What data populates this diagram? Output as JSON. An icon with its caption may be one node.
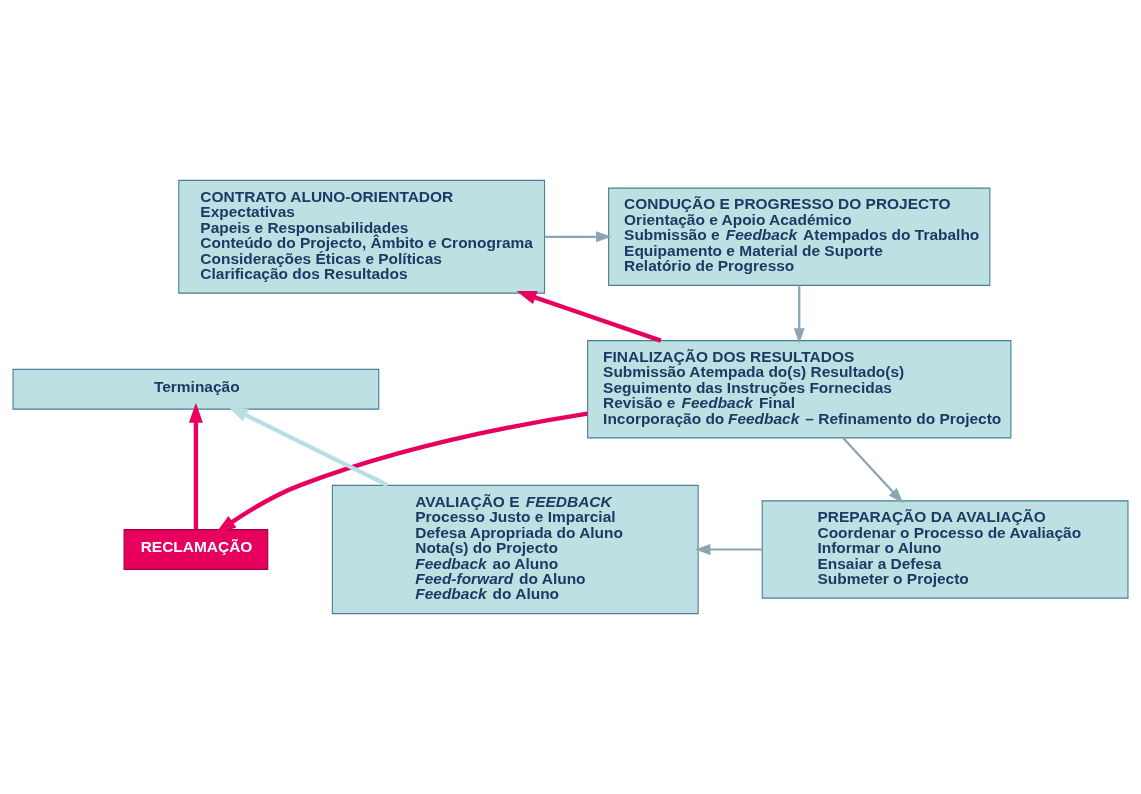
{
  "diagram": {
    "nodes": [
      {
        "text": [
          "CONTRATO ALUNO-ORIENTADOR",
          "Expectativas",
          "Papeis e Responsabilidades",
          "Conteúdo do Projecto, Âmbito e Cronograma",
          "Considerações Éticas e Políticas",
          "Clarificação dos Resultados"
        ]
      },
      {
        "text": [
          "CONDUÇÃO E PROGRESSO DO PROJECTO",
          "Orientação e Apoio Académico",
          "Submissão e *Feedback* Atempados do Trabalho",
          "Equipamento e Material de Suporte",
          "Relatório de Progresso"
        ]
      },
      {
        "text": [
          "Terminação"
        ]
      },
      {
        "text": [
          "FINALIZAÇÃO DOS RESULTADOS",
          "Submissão Atempada do(s) Resultado(s)",
          "Seguimento das Instruções Fornecidas",
          "Revisão e *Feedback* Final",
          "Incorporação do *Feedback* – Refinamento do Projecto"
        ]
      },
      {
        "text": [
          "RECLAMAÇÃO"
        ]
      },
      {
        "text": [
          "PREPARAÇÃO DA AVALIAÇÃO",
          "Coordenar o Processo de Avaliação",
          "Informar o Aluno",
          "Ensaiar a Defesa",
          "Submeter o Projecto"
        ]
      },
      {
        "text": [
          "AVALIAÇÃO E *FEEDBACK*",
          "Processo Justo e Imparcial",
          "Defesa Apropriada do Aluno",
          "Nota(s) do Projecto",
          "*Feedback* ao Aluno",
          "*Feed-forward* do Aluno",
          "*Feedback* do Aluno"
        ]
      }
    ],
    "edges": [
      {
        "from": 0,
        "to": 1,
        "arrow": "to"
      },
      {
        "from": 1,
        "to": 3,
        "arrow": "to"
      },
      {
        "from": 3,
        "to": 5,
        "arrow": "to"
      },
      {
        "from": 5,
        "to": 6,
        "arrow": "to"
      },
      {
        "from": 6,
        "to": 2,
        "arrow": "to",
        "color": "#b8dfe3",
        "style": "thick"
      },
      {
        "from": 3,
        "to": 4,
        "arrow": "to",
        "color": "#e8005f",
        "style": "thick"
      },
      {
        "from": 3,
        "to": 0,
        "arrow": "to",
        "color": "#e8005f",
        "style": "thick"
      },
      {
        "from": 4,
        "to": 2,
        "arrow": "to",
        "color": "#e8005f",
        "style": "thick"
      }
    ]
  }
}
